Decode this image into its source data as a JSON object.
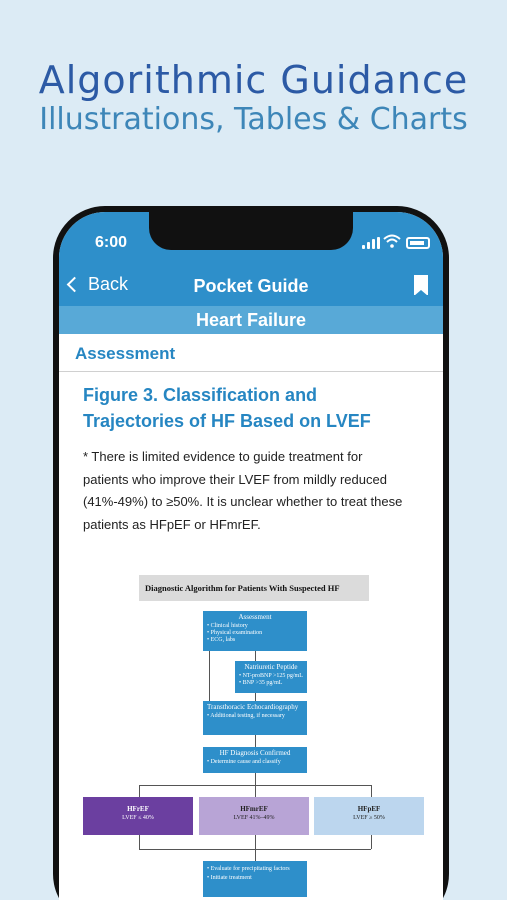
{
  "promo": {
    "headline": "Algorithmic Guidance",
    "subheadline": "Illustrations, Tables & Charts"
  },
  "status": {
    "time": "6:00"
  },
  "nav": {
    "back_label": "Back",
    "title": "Pocket Guide"
  },
  "section": {
    "title": "Heart Failure"
  },
  "subsection": {
    "title": "Assessment"
  },
  "figure": {
    "title": "Figure 3. Classification and Trajectories of HF Based on LVEF",
    "note": "* There is limited evidence to guide treatment for patients who improve their LVEF from mildly reduced (41%-49%) to ≥50%. It is unclear whether to treat these patients as HFpEF or HFmrEF."
  },
  "flowchart": {
    "title": "Diagnostic Algorithm for Patients With Suspected HF",
    "assessment": {
      "title": "Assessment",
      "items": [
        "• Clinical history",
        "• Physical examination",
        "• ECG, labs"
      ]
    },
    "peptide": {
      "title": "Natriuretic Peptide",
      "items": [
        "• NT-proBNP >125 pg/mL",
        "• BNP >35 pg/mL"
      ]
    },
    "echo": {
      "title": "Transthoracic Echocardiography",
      "items": [
        "• Additional testing, if necessary"
      ]
    },
    "diagnosis": {
      "title": "HF Diagnosis Confirmed",
      "items": [
        "• Determine cause and classify"
      ]
    },
    "hfref": {
      "title": "HFrEF",
      "subtitle": "LVEF ≤ 40%"
    },
    "hfmref": {
      "title": "HFmrEF",
      "subtitle": "LVEF 41%–49%"
    },
    "hfpef": {
      "title": "HFpEF",
      "subtitle": "LVEF ≥ 50%"
    },
    "evaluate": {
      "items": [
        "• Evaluate for precipitating factors",
        "• Initiate treatment"
      ]
    }
  },
  "colors": {
    "accent": "#2e8fca",
    "section_bar": "#58a9d7",
    "hfref": "#6b3fa0",
    "hfmref": "#b8a4d6",
    "hfpef": "#bcd6ee"
  }
}
